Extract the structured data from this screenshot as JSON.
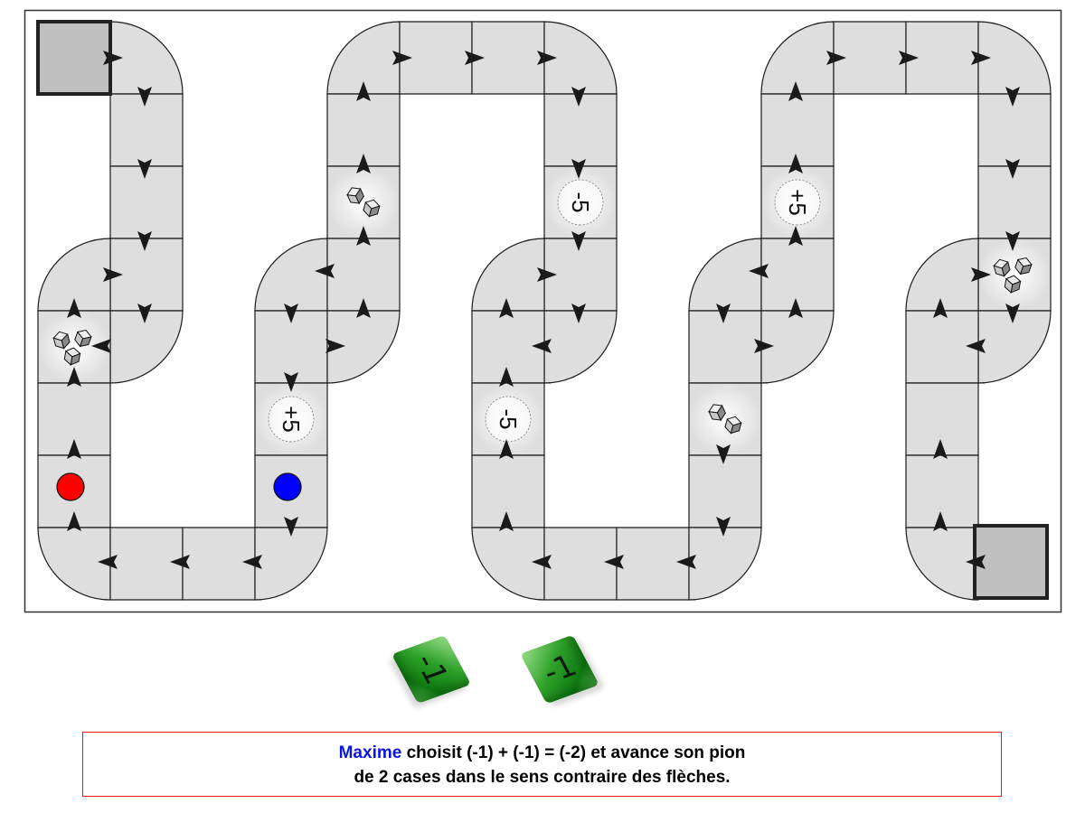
{
  "board": {
    "special_squares": [
      {
        "type": "dice",
        "count": 3
      },
      {
        "type": "dice",
        "count": 2
      },
      {
        "type": "bonus",
        "label": "+5"
      },
      {
        "type": "malus",
        "label": "-5"
      },
      {
        "type": "malus",
        "label": "-5"
      },
      {
        "type": "dice",
        "count": 2
      },
      {
        "type": "bonus",
        "label": "+5"
      },
      {
        "type": "dice",
        "count": 3
      }
    ],
    "pawns": [
      {
        "player": "red",
        "color": "#ff0000"
      },
      {
        "player": "blue",
        "color": "#0000ff"
      }
    ],
    "colors": {
      "track": "#dedede",
      "start_end": "#c0c0c0"
    }
  },
  "dice": [
    {
      "face": "-1"
    },
    {
      "face": "-1"
    }
  ],
  "caption": {
    "player_name": "Maxime",
    "line1_rest": " choisit (-1) + (-1) = (-2) et avance son pion",
    "line2": "de 2 cases dans le sens contraire des flèches.",
    "name_color": "#0a14e6"
  }
}
